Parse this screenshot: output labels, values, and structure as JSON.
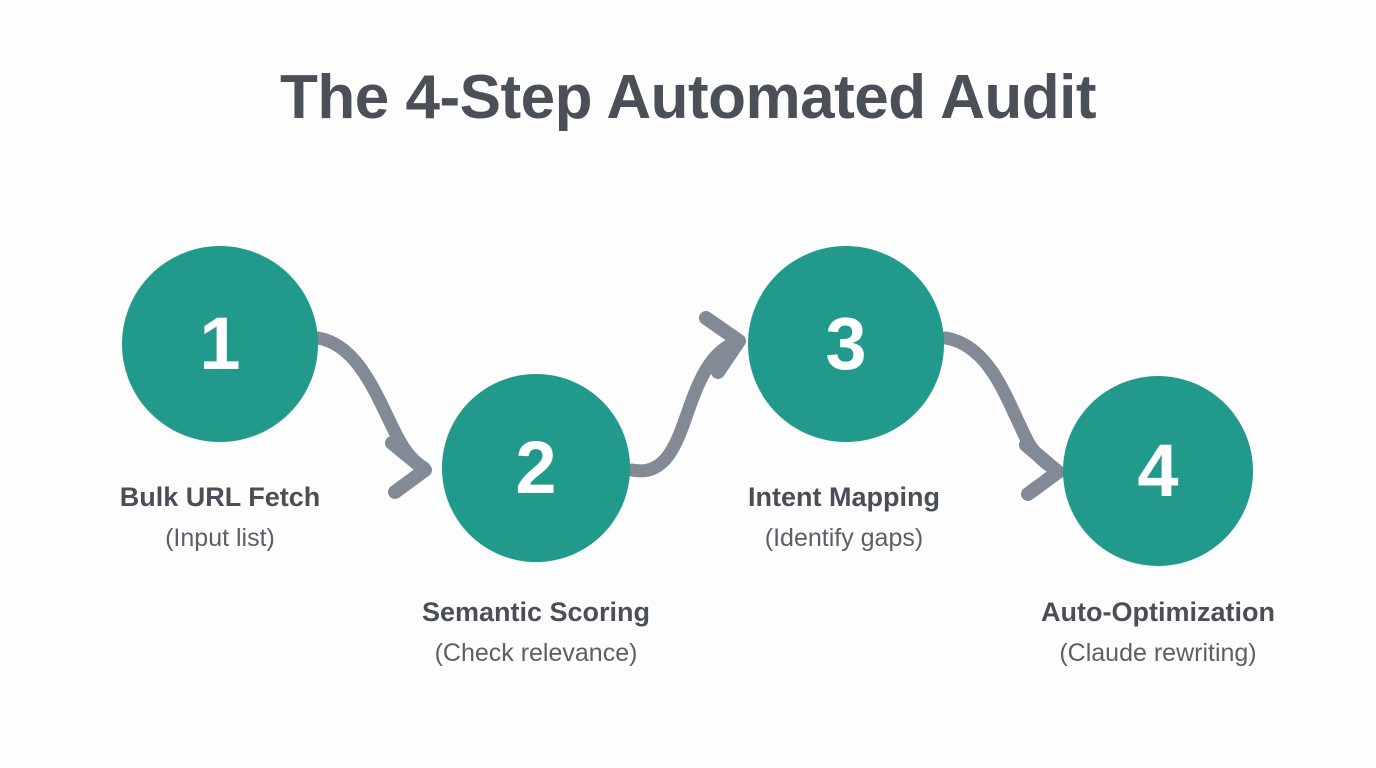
{
  "page": {
    "title": "The 4-Step Automated Audit",
    "background_color": "#fdfdfd",
    "accent_color": "#219a8c",
    "title_color": "#4b5058",
    "arrow_color": "#828a96"
  },
  "steps": [
    {
      "number": "1",
      "title": "Bulk URL Fetch",
      "subtitle": "(Input list)"
    },
    {
      "number": "2",
      "title": "Semantic Scoring",
      "subtitle": "(Check relevance)"
    },
    {
      "number": "3",
      "title": "Intent Mapping",
      "subtitle": "(Identify gaps)"
    },
    {
      "number": "4",
      "title": "Auto-Optimization",
      "subtitle": "(Claude rewriting)"
    }
  ],
  "connectors": [
    {
      "from": "1",
      "to": "2",
      "direction": "down-right"
    },
    {
      "from": "2",
      "to": "3",
      "direction": "up-right"
    },
    {
      "from": "3",
      "to": "4",
      "direction": "down-right"
    }
  ]
}
